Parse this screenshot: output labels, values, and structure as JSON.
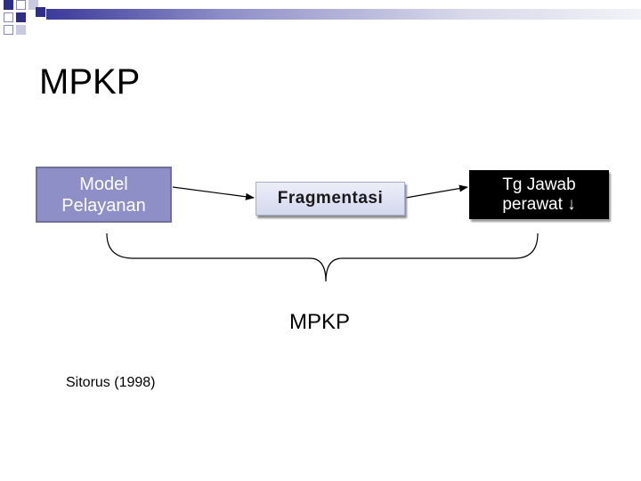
{
  "slide": {
    "title": "MPKP"
  },
  "diagram": {
    "nodes": [
      {
        "id": "model",
        "text": "Model\nPelayanan",
        "fill": "#8f8fc8",
        "text_color": "#ffffff"
      },
      {
        "id": "frag",
        "text": "Fragmentasi",
        "fill": "#d4d8ee",
        "text_color": "#1a1a1a"
      },
      {
        "id": "tg",
        "text": "Tg Jawab\nperawat ↓",
        "fill": "#000000",
        "text_color": "#ffffff"
      }
    ],
    "edges": [
      {
        "from": "model",
        "to": "frag"
      },
      {
        "from": "frag",
        "to": "tg"
      }
    ],
    "brace_label": "MPKP"
  },
  "footer": {
    "citation": "Sitorus (1998)"
  },
  "colors": {
    "accent_dark": "#2e2e86",
    "accent_light": "#8f8fc8"
  }
}
